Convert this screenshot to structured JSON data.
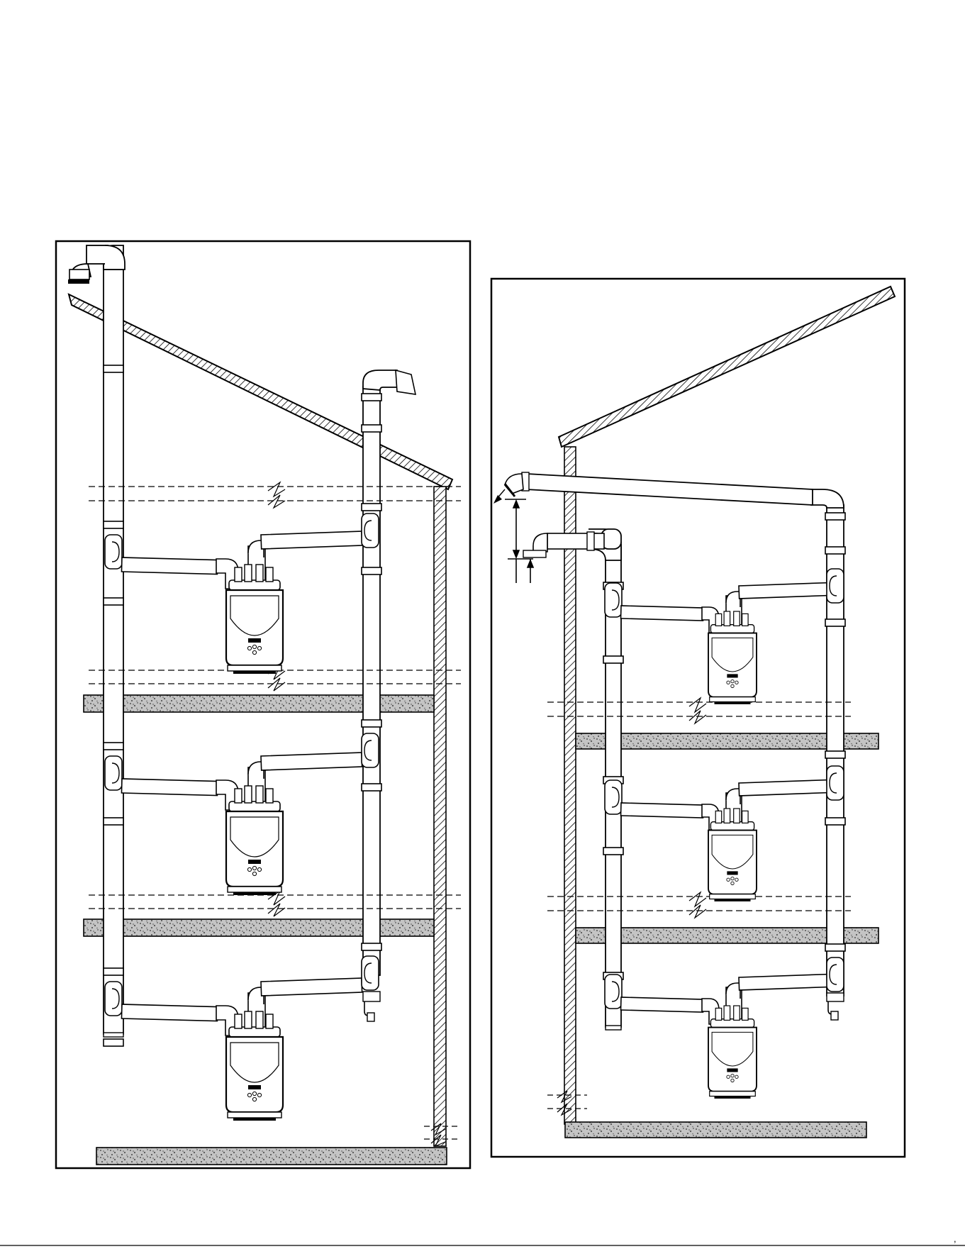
{
  "figure": {
    "left_panel": {
      "floors": 3,
      "roof": "sloped",
      "vent_termination": "vertical-through-roof"
    },
    "right_panel": {
      "floors": 3,
      "roof": "gable",
      "vent_termination": "horizontal-through-sidewall"
    },
    "footer_mark": ","
  },
  "colors": {
    "line": "#000000",
    "background": "#ffffff",
    "concrete_fill": "#b9b9b9"
  },
  "icons": [
    "water-heater-icon",
    "pipe-elbow-icon",
    "condensate-trap-icon",
    "break-line-icon"
  ]
}
